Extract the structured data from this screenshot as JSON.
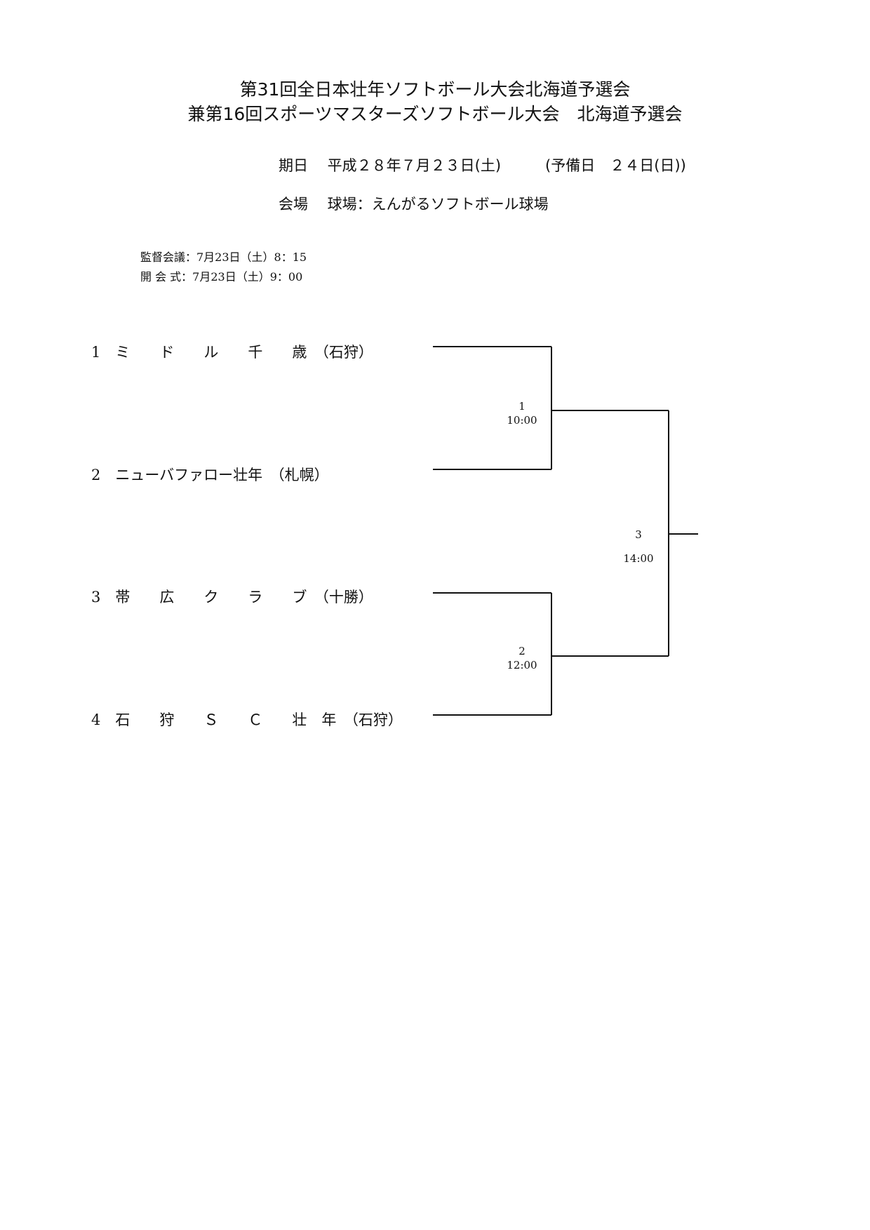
{
  "header": {
    "title_line1": "第31回全日本壮年ソフトボール大会北海道予選会",
    "title_line2": "兼第16回スポーツマスターズソフトボール大会　北海道予選会"
  },
  "info": {
    "date": "期日　 平成２８年７月２３日(土)　　　(予備日　２４日(日))",
    "venue": "会場　 球場：えんがるソフトボール球場"
  },
  "schedule": {
    "meeting": "監督会議：7月23日（土）8：15",
    "opening": "開 会 式：7月23日（土）9：00"
  },
  "teams": [
    {
      "text": "1　ミ　　ド　　ル　　千　　歳　（石狩）"
    },
    {
      "text": "2　ニューバファロー壮年　（札幌）"
    },
    {
      "text": "3　帯　　広　　ク　　ラ　　ブ　（十勝）"
    },
    {
      "text": "4　石　　狩　　Ｓ　　Ｃ　　壮　年　（石狩）"
    }
  ],
  "matches": [
    {
      "number": "1",
      "time": "10:00"
    },
    {
      "number": "2",
      "time": "12:00"
    },
    {
      "number": "3",
      "time": "14:00"
    }
  ]
}
